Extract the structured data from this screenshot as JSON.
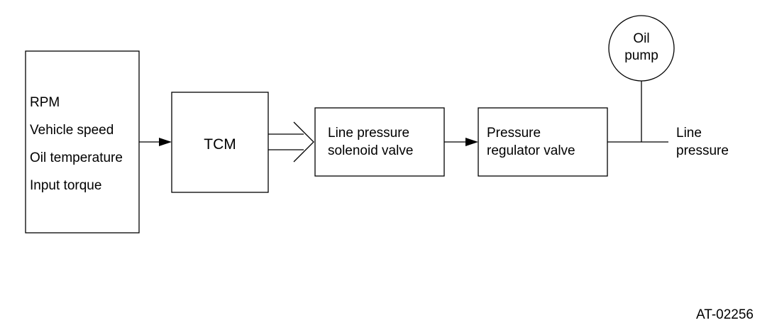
{
  "diagram": {
    "inputs": {
      "items": [
        "RPM",
        "Vehicle speed",
        "Oil temperature",
        "Input torque"
      ]
    },
    "tcm": {
      "label": "TCM"
    },
    "solenoid": {
      "line1": "Line pressure",
      "line2": "solenoid valve"
    },
    "regulator": {
      "line1": "Pressure",
      "line2": "regulator valve"
    },
    "oil_pump": {
      "line1": "Oil",
      "line2": "pump"
    },
    "output": {
      "line1": "Line",
      "line2": "pressure"
    },
    "figure_code": "AT-02256"
  }
}
